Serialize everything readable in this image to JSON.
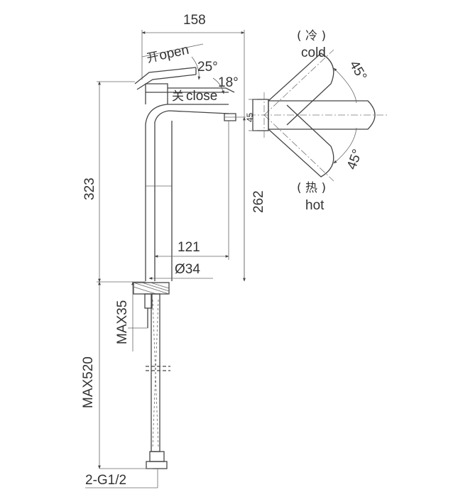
{
  "dimensions": {
    "width_158": "158",
    "height_323": "323",
    "height_262": "262",
    "reach_121": "121",
    "diameter_34": "Ø34",
    "max_35": "MAX35",
    "max_520": "MAX520",
    "thread": "2-G1/2",
    "handle_45": "45"
  },
  "angles": {
    "open_angle": "25°",
    "close_angle": "18°",
    "cold_angle": "45°",
    "hot_angle": "45°"
  },
  "labels": {
    "open_cn": "开",
    "open": "open",
    "close_cn": "关",
    "close": "close",
    "cold_cn": "( 冷 )",
    "cold": "cold",
    "hot_cn": "( 热 )",
    "hot": "hot"
  }
}
